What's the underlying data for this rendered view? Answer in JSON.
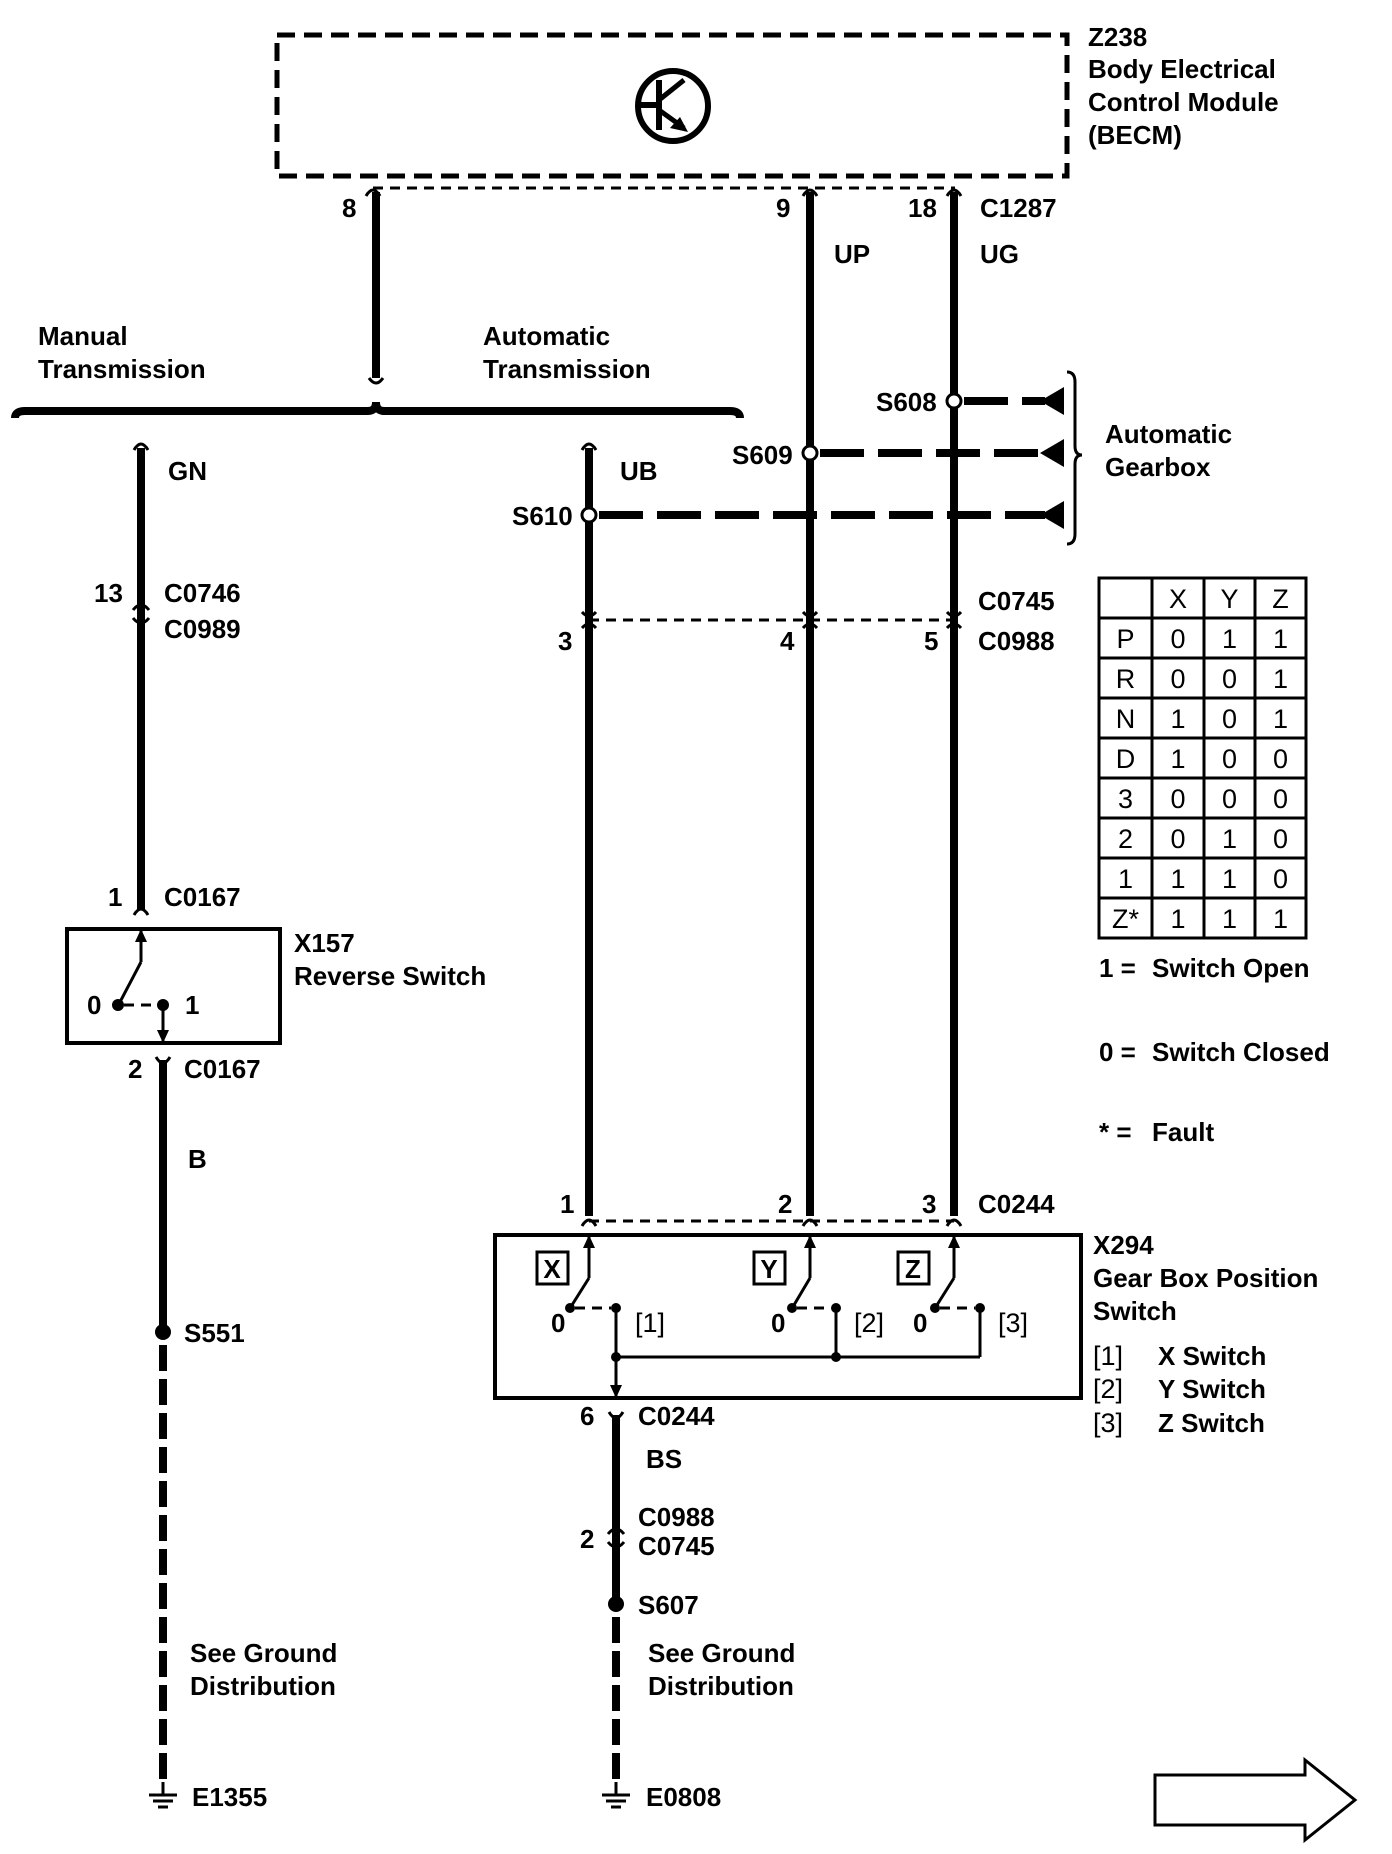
{
  "module": {
    "id": "Z238",
    "name_line1": "Body Electrical",
    "name_line2": "Control Module",
    "name_line3": "(BECM)",
    "connector": "C1287",
    "pins": [
      "8",
      "9",
      "18"
    ]
  },
  "wires": {
    "up": "UP",
    "ug": "UG",
    "gn": "GN",
    "ub": "UB",
    "b": "B",
    "bs": "BS"
  },
  "options": {
    "manual_line1": "Manual",
    "manual_line2": "Transmission",
    "automatic_line1": "Automatic",
    "automatic_line2": "Transmission"
  },
  "splices": {
    "s608": "S608",
    "s609": "S609",
    "s610": "S610",
    "s551": "S551",
    "s607": "S607"
  },
  "gearbox": {
    "line1": "Automatic",
    "line2": "Gearbox"
  },
  "connectors": {
    "c0746": "C0746",
    "c0989": "C0989",
    "c0746_pin": "13",
    "c0745": "C0745",
    "c0988": "C0988",
    "c0988_pins": [
      "3",
      "4",
      "5"
    ],
    "c0167": "C0167",
    "c0167_pin_top": "1",
    "c0167_pin_bottom": "2",
    "c0244": "C0244",
    "c0244_pins": [
      "1",
      "2",
      "3"
    ],
    "c0244_bottom_pin": "6",
    "c0988_b": "C0988",
    "c0745_b": "C0745",
    "c0988_b_pin": "2"
  },
  "reverse_switch": {
    "id": "X157",
    "name": "Reverse Switch",
    "pos0": "0",
    "pos1": "1"
  },
  "position_switch": {
    "id": "X294",
    "name_line1": "Gear Box Position",
    "name_line2": "Switch",
    "switches": [
      {
        "letter": "X",
        "zero": "0",
        "ref": "[1]"
      },
      {
        "letter": "Y",
        "zero": "0",
        "ref": "[2]"
      },
      {
        "letter": "Z",
        "zero": "0",
        "ref": "[3]"
      }
    ],
    "legend": [
      {
        "ref": "[1]",
        "text": "X Switch"
      },
      {
        "ref": "[2]",
        "text": "Y Switch"
      },
      {
        "ref": "[3]",
        "text": "Z Switch"
      }
    ]
  },
  "truth_table": {
    "headers": [
      "",
      "X",
      "Y",
      "Z"
    ],
    "rows": [
      [
        "P",
        "0",
        "1",
        "1"
      ],
      [
        "R",
        "0",
        "0",
        "1"
      ],
      [
        "N",
        "1",
        "0",
        "1"
      ],
      [
        "D",
        "1",
        "0",
        "0"
      ],
      [
        "3",
        "0",
        "0",
        "0"
      ],
      [
        "2",
        "0",
        "1",
        "0"
      ],
      [
        "1",
        "1",
        "1",
        "0"
      ],
      [
        "Z*",
        "1",
        "1",
        "1"
      ]
    ]
  },
  "key": [
    {
      "sym": "1 =",
      "text": "Switch Open"
    },
    {
      "sym": "0 =",
      "text": "Switch Closed"
    },
    {
      "sym": "* =",
      "text": "Fault"
    }
  ],
  "grounds": {
    "left_see_line1": "See Ground",
    "left_see_line2": "Distribution",
    "left_id": "E1355",
    "right_see_line1": "See Ground",
    "right_see_line2": "Distribution",
    "right_id": "E0808"
  }
}
